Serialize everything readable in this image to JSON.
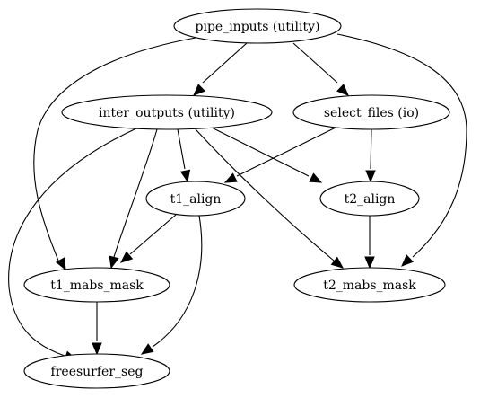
{
  "graph": {
    "nodes": [
      {
        "id": "pipe_inputs",
        "label": "pipe_inputs (utility)"
      },
      {
        "id": "inter_outputs",
        "label": "inter_outputs (utility)"
      },
      {
        "id": "select_files",
        "label": "select_files (io)"
      },
      {
        "id": "t1_align",
        "label": "t1_align"
      },
      {
        "id": "t2_align",
        "label": "t2_align"
      },
      {
        "id": "t1_mabs_mask",
        "label": "t1_mabs_mask"
      },
      {
        "id": "t2_mabs_mask",
        "label": "t2_mabs_mask"
      },
      {
        "id": "freesurfer_seg",
        "label": "freesurfer_seg"
      }
    ],
    "edges": [
      {
        "from": "pipe_inputs",
        "to": "inter_outputs"
      },
      {
        "from": "pipe_inputs",
        "to": "select_files"
      },
      {
        "from": "pipe_inputs",
        "to": "t1_mabs_mask"
      },
      {
        "from": "pipe_inputs",
        "to": "t2_mabs_mask"
      },
      {
        "from": "inter_outputs",
        "to": "t1_align"
      },
      {
        "from": "inter_outputs",
        "to": "t2_align"
      },
      {
        "from": "inter_outputs",
        "to": "t1_mabs_mask"
      },
      {
        "from": "inter_outputs",
        "to": "t2_mabs_mask"
      },
      {
        "from": "inter_outputs",
        "to": "freesurfer_seg"
      },
      {
        "from": "select_files",
        "to": "t1_align"
      },
      {
        "from": "select_files",
        "to": "t2_align"
      },
      {
        "from": "t1_align",
        "to": "t1_mabs_mask"
      },
      {
        "from": "t1_align",
        "to": "freesurfer_seg"
      },
      {
        "from": "t2_align",
        "to": "t2_mabs_mask"
      },
      {
        "from": "t1_mabs_mask",
        "to": "freesurfer_seg"
      }
    ]
  }
}
